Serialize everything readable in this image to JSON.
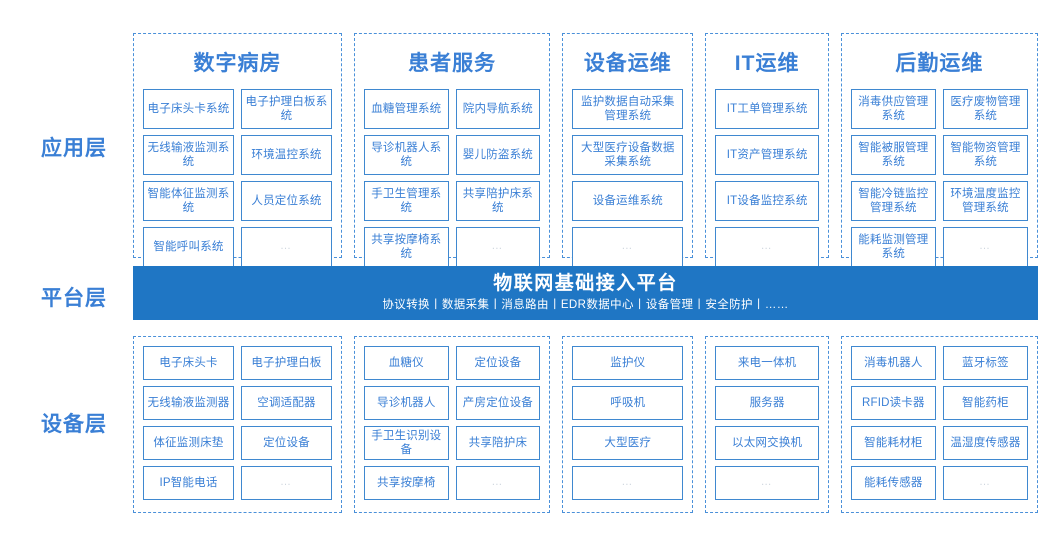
{
  "layers": {
    "application_label": "应用层",
    "platform_label": "平台层",
    "device_label": "设备层"
  },
  "colors": {
    "accent_blue": "#3a7fd5",
    "banner_blue": "#1f76c4",
    "box_border": "#3f88d0",
    "group_dashed": "#4a90d9",
    "ellipsis_gray": "#cfd6de"
  },
  "application": {
    "groups": [
      {
        "title": "数字病房",
        "columns": 2,
        "items": [
          "电子床头卡系统",
          "电子护理白板系统",
          "无线输液监测系统",
          "环境温控系统",
          "智能体征监测系统",
          "人员定位系统",
          "智能呼叫系统",
          "…"
        ]
      },
      {
        "title": "患者服务",
        "columns": 2,
        "items": [
          "血糖管理系统",
          "院内导航系统",
          "导诊机器人系统",
          "婴儿防盗系统",
          "手卫生管理系统",
          "共享陪护床系统",
          "共享按摩椅系统",
          "…"
        ]
      },
      {
        "title": "设备运维",
        "columns": 1,
        "items": [
          "监护数据自动采集管理系统",
          "大型医疗设备数据采集系统",
          "设备运维系统",
          "…"
        ]
      },
      {
        "title": "IT运维",
        "columns": 1,
        "items": [
          "IT工单管理系统",
          "IT资产管理系统",
          "IT设备监控系统",
          "…"
        ]
      },
      {
        "title": "后勤运维",
        "columns": 2,
        "items": [
          "消毒供应管理系统",
          "医疗废物管理系统",
          "智能被服管理系统",
          "智能物资管理系统",
          "智能冷链监控管理系统",
          "环境温度监控管理系统",
          "能耗监测管理系统",
          "…"
        ]
      }
    ]
  },
  "platform": {
    "title": "物联网基础接入平台",
    "subtitle": "协议转换丨数据采集丨消息路由丨EDR数据中心丨设备管理丨安全防护丨……"
  },
  "device": {
    "groups": [
      {
        "columns": 2,
        "items": [
          "电子床头卡",
          "电子护理白板",
          "无线输液监测器",
          "空调适配器",
          "体征监测床垫",
          "定位设备",
          "IP智能电话",
          "…"
        ]
      },
      {
        "columns": 2,
        "items": [
          "血糖仪",
          "定位设备",
          "导诊机器人",
          "产房定位设备",
          "手卫生识别设备",
          "共享陪护床",
          "共享按摩椅",
          "…"
        ]
      },
      {
        "columns": 1,
        "items": [
          "监护仪",
          "呼吸机",
          "大型医疗",
          "…"
        ]
      },
      {
        "columns": 1,
        "items": [
          "来电一体机",
          "服务器",
          "以太网交换机",
          "…"
        ]
      },
      {
        "columns": 2,
        "items": [
          "消毒机器人",
          "蓝牙标签",
          "RFID读卡器",
          "智能药柜",
          "智能耗材柜",
          "温湿度传感器",
          "能耗传感器",
          "…"
        ]
      }
    ]
  }
}
